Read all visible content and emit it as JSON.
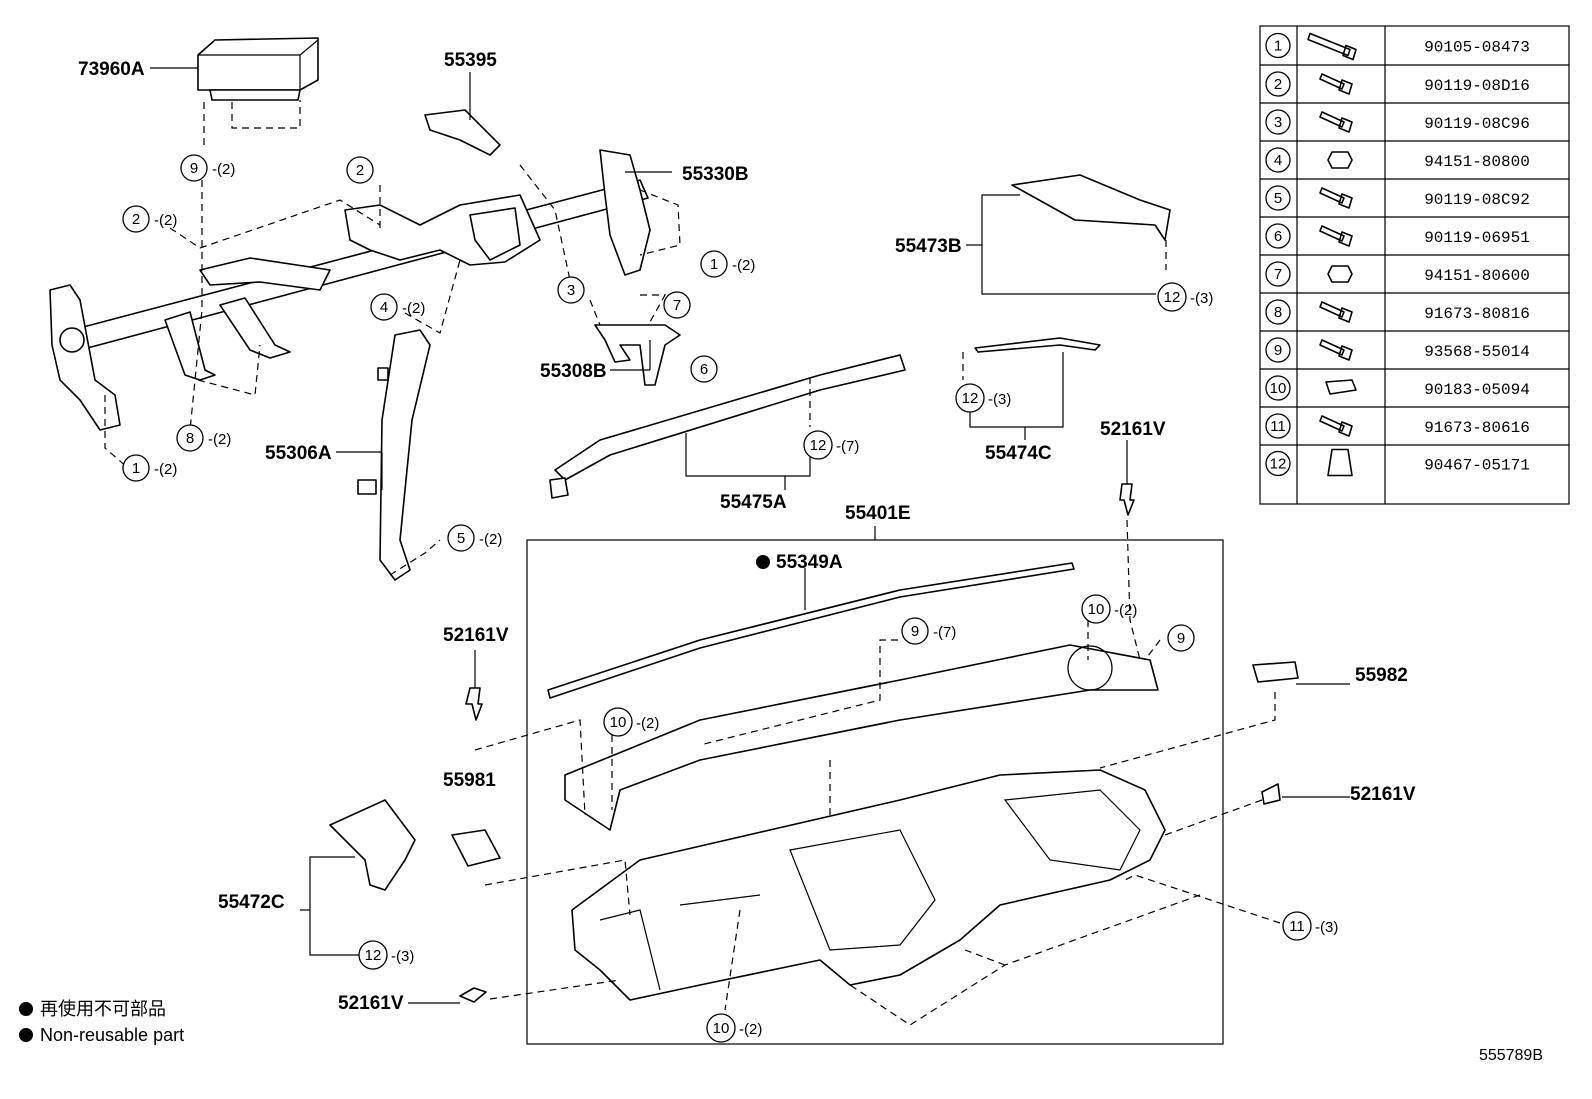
{
  "figure_id": "555789B",
  "legend": {
    "symbol": "●",
    "line1": "再使用不可部品",
    "line2": "Non-reusable part"
  },
  "fastener_table": [
    {
      "no": "1",
      "part": "90105-08473"
    },
    {
      "no": "2",
      "part": "90119-08D16"
    },
    {
      "no": "3",
      "part": "90119-08C96"
    },
    {
      "no": "4",
      "part": "94151-80800"
    },
    {
      "no": "5",
      "part": "90119-08C92"
    },
    {
      "no": "6",
      "part": "90119-06951"
    },
    {
      "no": "7",
      "part": "94151-80600"
    },
    {
      "no": "8",
      "part": "91673-80816"
    },
    {
      "no": "9",
      "part": "93568-55014"
    },
    {
      "no": "10",
      "part": "90183-05094"
    },
    {
      "no": "11",
      "part": "91673-80616"
    },
    {
      "no": "12",
      "part": "90467-05171"
    }
  ],
  "part_labels": {
    "p73960A": "73960A",
    "p55395": "55395",
    "p55330B": "55330B",
    "p55473B": "55473B",
    "p55308B": "55308B",
    "p55306A": "55306A",
    "p55475A": "55475A",
    "p55474C": "55474C",
    "p52161V_a": "52161V",
    "p55401E": "55401E",
    "p55349A": "55349A",
    "p52161V_b": "52161V",
    "p55982": "55982",
    "p55981": "55981",
    "p52161V_c": "52161V",
    "p55472C": "55472C",
    "p52161V_d": "52161V"
  },
  "callouts": {
    "c9_top": {
      "num": "9",
      "qty": "-(2)"
    },
    "c2_mid": {
      "num": "2",
      "qty": ""
    },
    "c2_left": {
      "num": "2",
      "qty": "-(2)"
    },
    "c1_right": {
      "num": "1",
      "qty": "-(2)"
    },
    "c3": {
      "num": "3",
      "qty": ""
    },
    "c7": {
      "num": "7",
      "qty": ""
    },
    "c6": {
      "num": "6",
      "qty": ""
    },
    "c4": {
      "num": "4",
      "qty": "-(2)"
    },
    "c8": {
      "num": "8",
      "qty": "-(2)"
    },
    "c1_left": {
      "num": "1",
      "qty": "-(2)"
    },
    "c5": {
      "num": "5",
      "qty": "-(2)"
    },
    "c12_a": {
      "num": "12",
      "qty": "-(3)"
    },
    "c12_b": {
      "num": "12",
      "qty": "-(3)"
    },
    "c12_c": {
      "num": "12",
      "qty": "-(7)"
    },
    "c10_a": {
      "num": "10",
      "qty": "-(2)"
    },
    "c9_b": {
      "num": "9",
      "qty": "-(7)"
    },
    "c9_c": {
      "num": "9",
      "qty": ""
    },
    "c10_b": {
      "num": "10",
      "qty": "-(2)"
    },
    "c11": {
      "num": "11",
      "qty": "-(3)"
    },
    "c12_d": {
      "num": "12",
      "qty": "-(3)"
    },
    "c10_c": {
      "num": "10",
      "qty": "-(2)"
    }
  }
}
